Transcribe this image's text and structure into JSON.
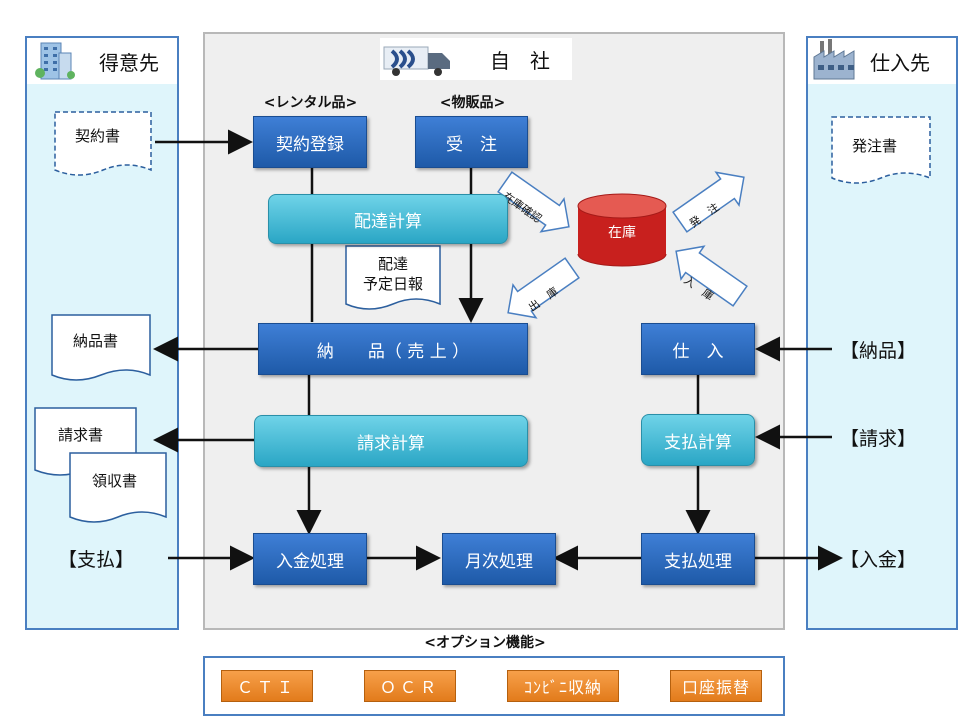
{
  "left_panel": {
    "title": "得意先"
  },
  "center_panel": {
    "title": "自　社"
  },
  "right_panel": {
    "title": "仕入先"
  },
  "labels": {
    "rental": "<レンタル品>",
    "sales_goods": "<物販品>",
    "options": "<オプション機能>"
  },
  "boxes": {
    "contract_registration": "契約登録",
    "order_receipt": "受　注",
    "delivery_calc": "配達計算",
    "delivery_sales": "納　　品（ 売 上 ）",
    "purchase": "仕　入",
    "billing_calc": "請求計算",
    "payment_calc": "支払計算",
    "deposit_processing": "入金処理",
    "monthly_processing": "月次処理",
    "payment_processing": "支払処理",
    "inventory": "在庫"
  },
  "documents": {
    "contract": "契約書",
    "purchase_order": "発注書",
    "delivery_schedule_line1": "配達",
    "delivery_schedule_line2": "予定日報",
    "delivery_note": "納品書",
    "invoice": "請求書",
    "receipt": "領収書"
  },
  "arrow_labels": {
    "stock_check": "在庫確認",
    "order_out": "発　注",
    "shipment": "出　庫",
    "receiving": "入　庫"
  },
  "external": {
    "customer_payment": "【支払】",
    "supplier_delivery": "【納品】",
    "supplier_billing": "【請求】",
    "supplier_deposit": "【入金】"
  },
  "option_buttons": [
    "ＣＴＩ",
    "ＯＣＲ",
    "ｺﾝﾋﾞﾆ収納",
    "口座振替"
  ],
  "colors": {
    "blue": "#2a6bc4",
    "cyan": "#3bb6d3",
    "orange": "#ef8d2e",
    "inventory_red": "#c8201e",
    "panel_bg": "#dff5fb"
  },
  "icons": {
    "customer": "office-building-icon",
    "company": "delivery-truck-icon",
    "supplier": "factory-icon"
  }
}
